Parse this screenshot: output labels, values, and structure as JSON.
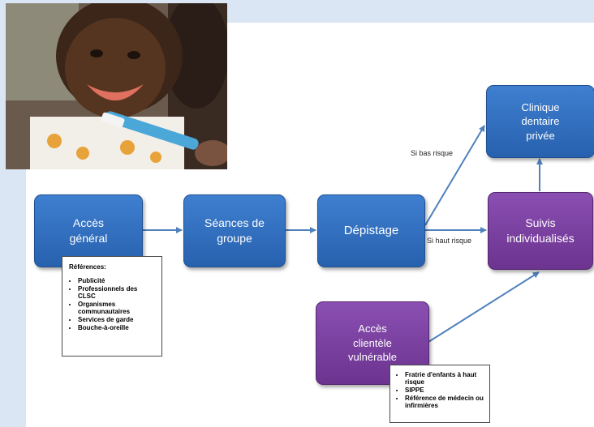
{
  "nodes": {
    "acces_general": "Accès\ngénéral",
    "seances": "Séances de\ngroupe",
    "depistage": "Dépistage",
    "clinique": "Clinique\ndentaire\nprivée",
    "suivis": "Suivis\nindividualisés",
    "acces_vulnerable": "Accès\nclientèle\nvulnérable"
  },
  "edge_labels": {
    "bas_risque": "Si bas risque",
    "haut_risque": "Si haut risque"
  },
  "references_note": {
    "title": "Références:",
    "items": [
      "Publicité",
      "Professionnels des CLSC",
      "Organismes communautaires",
      "Services de garde",
      "Bouche-à-oreille"
    ]
  },
  "vulnerable_note": {
    "items": [
      "Fratrie d'enfants à haut risque",
      "SIPPE",
      "Référence de médecin ou infirmières"
    ]
  },
  "colors": {
    "blue": "#2f6fc0",
    "purple": "#7a3fa0",
    "arrow": "#4f81bd",
    "background": "#dbe6f4"
  }
}
